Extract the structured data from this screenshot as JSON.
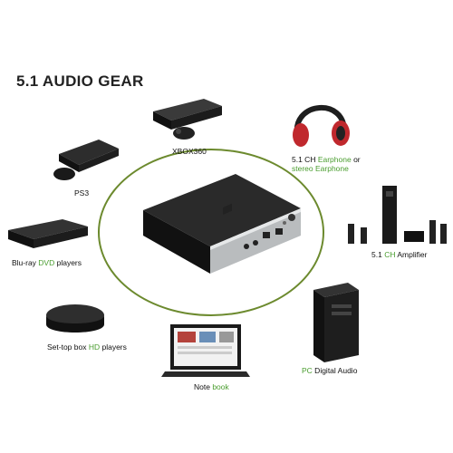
{
  "page": {
    "title": "5.1 AUDIO GEAR"
  },
  "devices": {
    "xbox": {
      "label": "XBOX360"
    },
    "ps3": {
      "label": "PS3"
    },
    "earphone": {
      "line1_prefix": "5.1 CH ",
      "line1_green": "Earphone",
      "line1_suffix": " or",
      "line2_green": "stereo Earphone"
    },
    "bluray": {
      "prefix": "Blu-ray ",
      "green": "DVD",
      "suffix": " players"
    },
    "amplifier": {
      "prefix": "5.1 ",
      "green": "CH",
      "suffix": " Amplifier"
    },
    "settop": {
      "prefix": "Set-top box ",
      "green": "HD",
      "suffix": " players"
    },
    "notebook": {
      "prefix": "Note ",
      "green": "book"
    },
    "pc": {
      "green": "PC",
      "suffix": " Digital Audio"
    }
  },
  "colors": {
    "accent_green": "#4a9d2f",
    "ring": "#6c8a2e",
    "headphone_red": "#c0282d"
  }
}
